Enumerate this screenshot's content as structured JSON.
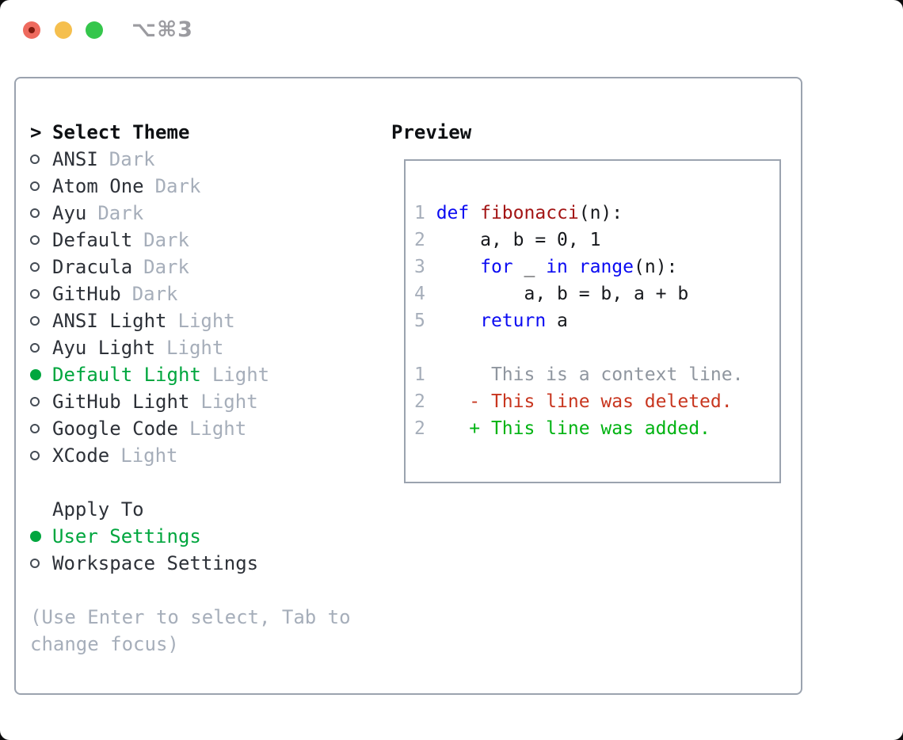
{
  "window": {
    "title": "⌥⌘3",
    "buttons": [
      "close",
      "minimize",
      "zoom"
    ]
  },
  "left_panel": {
    "prompt": ">",
    "heading": "Select Theme",
    "themes": [
      {
        "name": "ANSI",
        "variant": "Dark",
        "selected": false
      },
      {
        "name": "Atom One",
        "variant": "Dark",
        "selected": false
      },
      {
        "name": "Ayu",
        "variant": "Dark",
        "selected": false
      },
      {
        "name": "Default",
        "variant": "Dark",
        "selected": false
      },
      {
        "name": "Dracula",
        "variant": "Dark",
        "selected": false
      },
      {
        "name": "GitHub",
        "variant": "Dark",
        "selected": false
      },
      {
        "name": "ANSI Light",
        "variant": "Light",
        "selected": false
      },
      {
        "name": "Ayu Light",
        "variant": "Light",
        "selected": false
      },
      {
        "name": "Default Light",
        "variant": "Light",
        "selected": true
      },
      {
        "name": "GitHub Light",
        "variant": "Light",
        "selected": false
      },
      {
        "name": "Google Code",
        "variant": "Light",
        "selected": false
      },
      {
        "name": "XCode",
        "variant": "Light",
        "selected": false
      }
    ],
    "apply_heading": "Apply To",
    "apply_options": [
      {
        "name": "User Settings",
        "selected": true
      },
      {
        "name": "Workspace Settings",
        "selected": false
      }
    ],
    "help_lines": [
      "(Use Enter to select, Tab to",
      "change focus)"
    ]
  },
  "preview": {
    "heading": "Preview",
    "lines": [
      {
        "tokens": [
          {
            "text": "1 ",
            "cls": "num"
          },
          {
            "text": "def",
            "cls": "kw"
          },
          {
            "text": " ",
            "cls": "plain"
          },
          {
            "text": "fibonacci",
            "cls": "fn"
          },
          {
            "text": "(n):",
            "cls": "plain"
          }
        ]
      },
      {
        "tokens": [
          {
            "text": "2 ",
            "cls": "num"
          },
          {
            "text": "    a, b = 0, 1",
            "cls": "plain"
          }
        ]
      },
      {
        "tokens": [
          {
            "text": "3 ",
            "cls": "num"
          },
          {
            "text": "    ",
            "cls": "plain"
          },
          {
            "text": "for",
            "cls": "kw"
          },
          {
            "text": " _ ",
            "cls": "plain"
          },
          {
            "text": "in",
            "cls": "kw"
          },
          {
            "text": " ",
            "cls": "plain"
          },
          {
            "text": "range",
            "cls": "kw"
          },
          {
            "text": "(n):",
            "cls": "plain"
          }
        ]
      },
      {
        "tokens": [
          {
            "text": "4 ",
            "cls": "num"
          },
          {
            "text": "        a, b = b, a + b",
            "cls": "plain"
          }
        ]
      },
      {
        "tokens": [
          {
            "text": "5 ",
            "cls": "num"
          },
          {
            "text": "    ",
            "cls": "plain"
          },
          {
            "text": "return",
            "cls": "kw"
          },
          {
            "text": " a",
            "cls": "plain"
          }
        ]
      },
      {
        "tokens": []
      },
      {
        "tokens": [
          {
            "text": "1 ",
            "cls": "num"
          },
          {
            "text": "     This is a context line.",
            "cls": "ctx"
          }
        ]
      },
      {
        "tokens": [
          {
            "text": "2 ",
            "cls": "num"
          },
          {
            "text": "   ",
            "cls": "plain"
          },
          {
            "text": "- This line was deleted.",
            "cls": "del"
          }
        ]
      },
      {
        "tokens": [
          {
            "text": "2 ",
            "cls": "num"
          },
          {
            "text": "   ",
            "cls": "plain"
          },
          {
            "text": "+ This line was added.",
            "cls": "add"
          }
        ]
      }
    ]
  },
  "colors": {
    "accent_green": "#00a63e",
    "diff_added": "#00b312",
    "diff_deleted": "#c8361f",
    "keyword_blue": "#0b0bf2",
    "function_red": "#a31515",
    "muted_gray": "#a6aeba",
    "border_gray": "#9ba3af"
  }
}
